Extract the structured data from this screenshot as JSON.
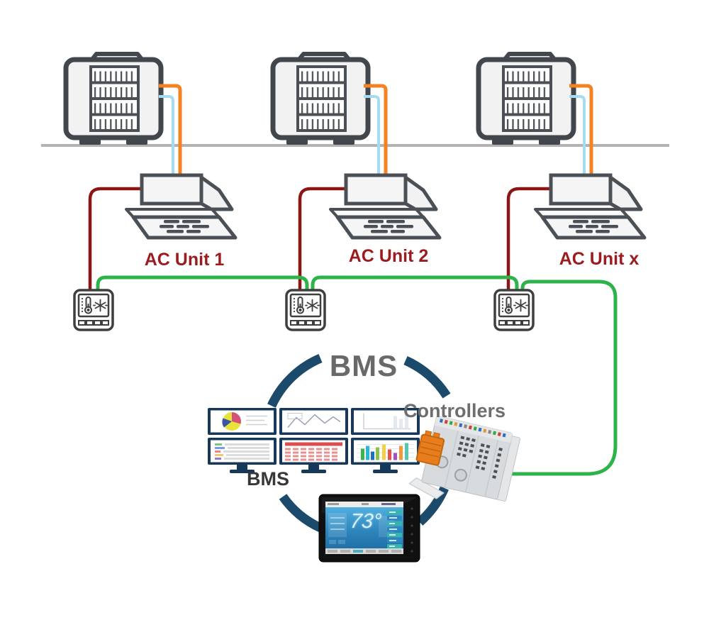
{
  "diagram": {
    "ac_units": [
      {
        "label": "AC Unit 1"
      },
      {
        "label": "AC Unit 2"
      },
      {
        "label": "AC Unit x"
      }
    ],
    "bms": {
      "title": "BMS",
      "monitors_label": "BMS",
      "controllers_label": "Controllers",
      "touchscreen": {
        "temperature_display": "73°"
      }
    },
    "icons": {
      "outdoor_unit": "condenser-unit-icon",
      "indoor_unit": "ceiling-cassette-icon",
      "thermostat": "thermostat-icon",
      "monitors": "bms-workstation-monitors-icon",
      "plc": "plc-controller-icon",
      "touchscreen": "touchscreen-thermostat-icon"
    },
    "colors": {
      "liquid_line_orange": "#f58220",
      "suction_line_blue": "#a6dcf2",
      "control_wire_red": "#8c1616",
      "network_wire_green": "#2db34a",
      "cycle_arc_navy": "#1b4a6b",
      "ac_label_red": "#9c1b1e",
      "title_gray": "#696969",
      "ground_line_gray": "#b3b3b3",
      "device_outline": "#41474d"
    }
  }
}
